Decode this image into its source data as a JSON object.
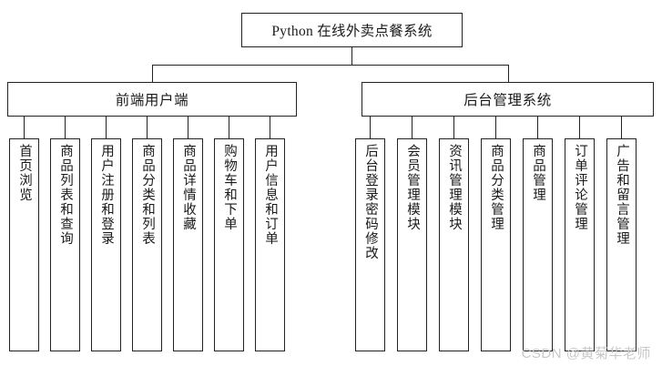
{
  "diagram": {
    "type": "tree",
    "root": {
      "label": "Python 在线外卖点餐系统"
    },
    "branches": [
      {
        "label": "前端用户端",
        "leaves": [
          {
            "label": "首页浏览"
          },
          {
            "label": "商品列表和查询"
          },
          {
            "label": "用户注册和登录"
          },
          {
            "label": "商品分类和列表"
          },
          {
            "label": "商品详情收藏"
          },
          {
            "label": "购物车和下单"
          },
          {
            "label": "用户信息和订单"
          }
        ]
      },
      {
        "label": "后台管理系统",
        "leaves": [
          {
            "label": "后台登录密码修改"
          },
          {
            "label": "会员管理模块"
          },
          {
            "label": "资讯管理模块"
          },
          {
            "label": "商品分类管理"
          },
          {
            "label": "商品管理"
          },
          {
            "label": "订单评论管理"
          },
          {
            "label": "广告和留言管理"
          }
        ]
      }
    ]
  },
  "watermark": {
    "text": "CSDN @黄菊华老师"
  },
  "colors": {
    "background": "#ffffff",
    "border": "#222222",
    "text": "#1a1a1a",
    "watermark": "#c9c9c9"
  }
}
